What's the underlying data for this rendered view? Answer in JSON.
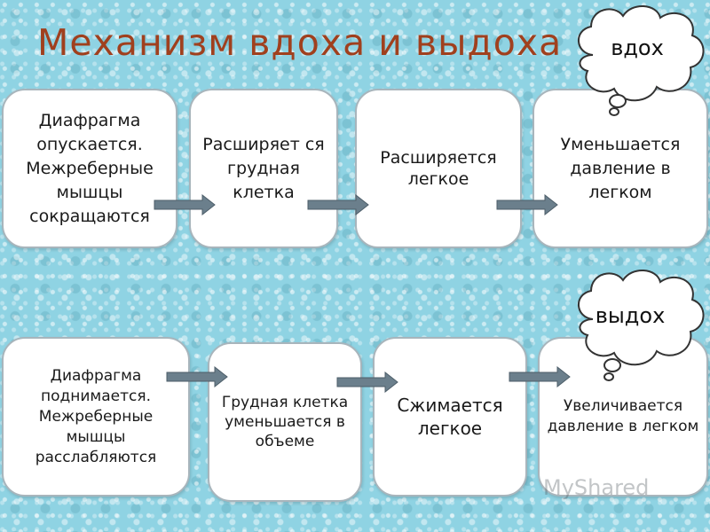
{
  "title": "Механизм вдоха и выдоха",
  "inhale": {
    "cloud_label": "вдох",
    "steps": [
      "Диафрагма опускается. Межреберные мышцы сокращаются",
      "Расширяет ся грудная клетка",
      "Расширяется легкое",
      "Уменьшается давление в легком"
    ]
  },
  "exhale": {
    "cloud_label": "выдох",
    "steps": [
      "Диафрагма поднимается. Межреберные мышцы расслабляются",
      "Грудная клетка уменьшается в объеме",
      "Сжимается легкое",
      "Увеличивается давление в легком"
    ]
  },
  "watermark": "MyShared",
  "colors": {
    "title": "#a0401e",
    "background": "#8fd3e3",
    "box_border": "#a8b5bc",
    "arrow_fill": "#6b7f8c"
  }
}
